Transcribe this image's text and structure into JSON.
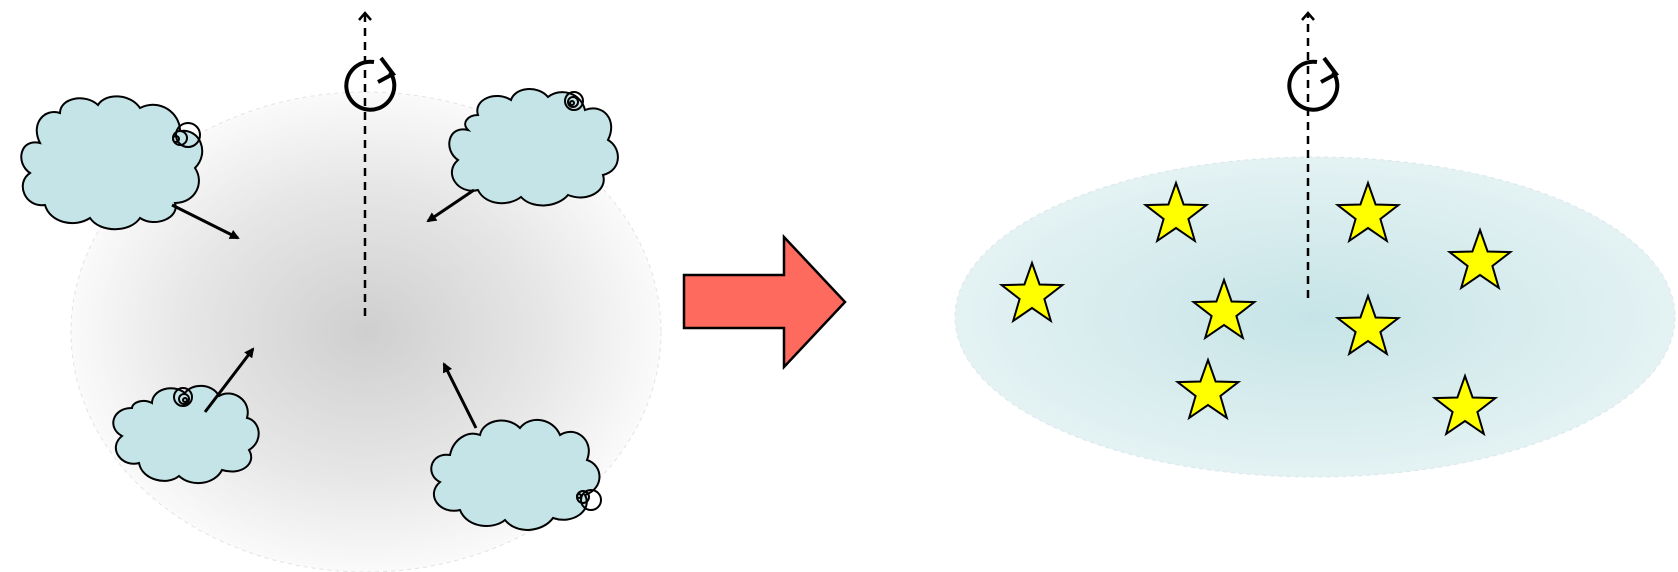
{
  "diagram": {
    "left_panel": {
      "cloud_count": 4,
      "cloud_fill": "#c4e4e7",
      "halo_color": "#cfcfcf",
      "has_rotation_axis": true
    },
    "transition_arrow": {
      "fill": "#ff6a5f",
      "direction": "right"
    },
    "right_panel": {
      "star_count": 8,
      "star_fill": "#ffff00",
      "disk_color": "#c9e6ea",
      "has_rotation_axis": true
    },
    "stroke_color": "#000000"
  }
}
